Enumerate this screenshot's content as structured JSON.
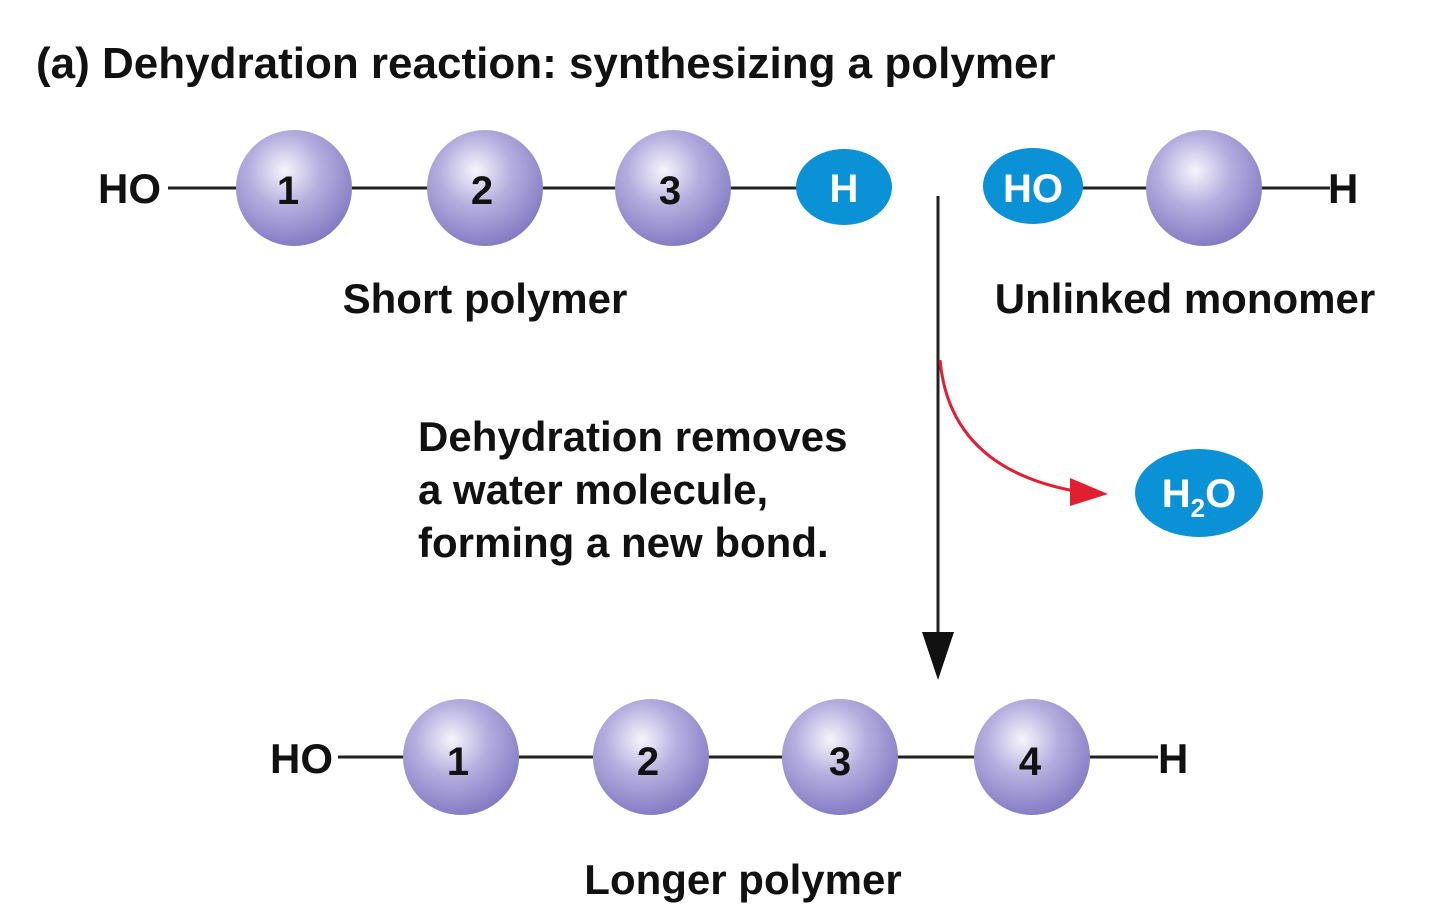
{
  "title": "(a) Dehydration reaction: synthesizing a polymer",
  "short_polymer": {
    "label": "Short polymer",
    "left_group": "HO",
    "right_group": "H",
    "monomers": [
      "1",
      "2",
      "3"
    ]
  },
  "unlinked_monomer": {
    "label": "Unlinked monomer",
    "left_group": "HO",
    "right_group": "H"
  },
  "caption": {
    "line1": "Dehydration removes",
    "line2": "a water molecule,",
    "line3": "forming a new bond."
  },
  "water": {
    "main": "H",
    "sub": "2",
    "tail": "O"
  },
  "longer_polymer": {
    "label": "Longer polymer",
    "left_group": "HO",
    "right_group": "H",
    "monomers": [
      "1",
      "2",
      "3",
      "4"
    ]
  },
  "colors": {
    "monomer": "#9a92d0",
    "highlight": "#0a91d6",
    "arrow": "#222222",
    "water_arrow": "#e02030"
  }
}
